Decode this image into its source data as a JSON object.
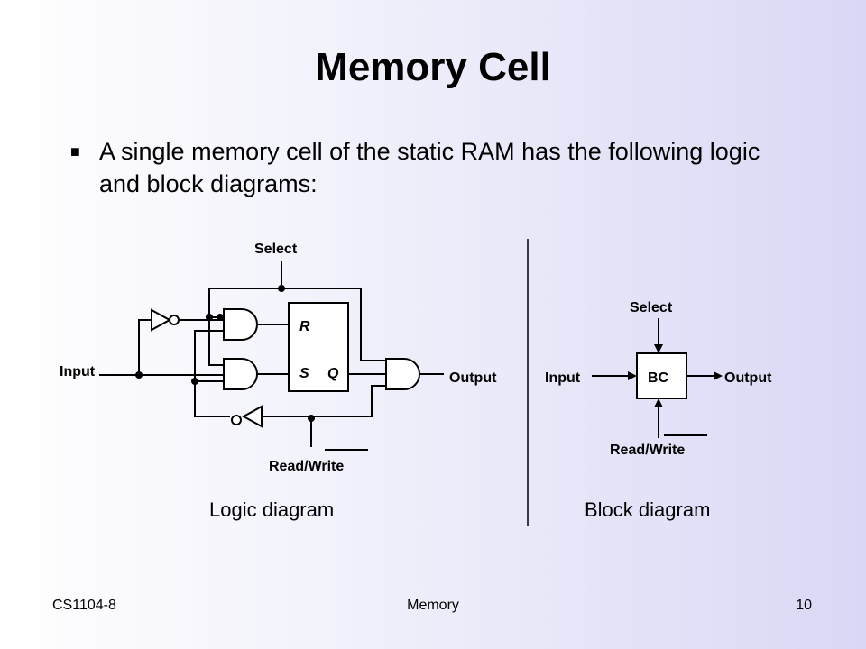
{
  "slide": {
    "title": "Memory Cell",
    "bullet": "A single memory cell of the static RAM has the following logic and block diagrams:"
  },
  "logic_diagram": {
    "select_label": "Select",
    "input_label": "Input",
    "output_label": "Output",
    "read_write_label": "Read/Write",
    "r_label": "R",
    "s_label": "S",
    "q_label": "Q",
    "caption": "Logic diagram"
  },
  "block_diagram": {
    "select_label": "Select",
    "input_label": "Input",
    "output_label": "Output",
    "read_write_label": "Read/Write",
    "box_label": "BC",
    "caption": "Block diagram"
  },
  "footer": {
    "course": "CS1104-8",
    "topic": "Memory",
    "page": "10"
  },
  "colors": {
    "background_left": "#ffffff",
    "background_right": "#d8d8f6",
    "ink": "#000000"
  }
}
